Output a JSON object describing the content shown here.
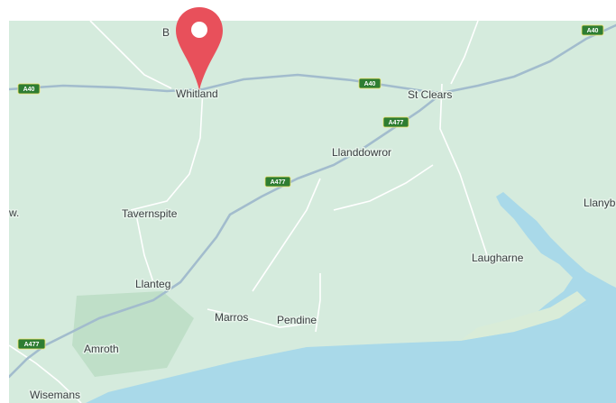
{
  "map": {
    "colors": {
      "land": "#cfe8d8",
      "water": "#a7d8e8",
      "forest": "#b9dcc4",
      "road_major": "#9fb8c8",
      "road_minor": "#ffffff",
      "shield": "#2e7d32",
      "pin": "#e8505b"
    },
    "places": [
      {
        "name": "Whitland"
      },
      {
        "name": "St Clears"
      },
      {
        "name": "Llanddowror"
      },
      {
        "name": "Tavernspite"
      },
      {
        "name": "Llanteg"
      },
      {
        "name": "Marros"
      },
      {
        "name": "Pendine"
      },
      {
        "name": "Laugharne"
      },
      {
        "name": "Amroth"
      },
      {
        "name": "Wisemans"
      },
      {
        "name": "Llanyb"
      },
      {
        "name": "w."
      },
      {
        "name": "B    th"
      }
    ],
    "road_shields": [
      {
        "label": "A40"
      },
      {
        "label": "A40"
      },
      {
        "label": "A40"
      },
      {
        "label": "A477"
      },
      {
        "label": "A477"
      },
      {
        "label": "A477"
      }
    ],
    "marker": {
      "icon": "map-pin-icon"
    }
  }
}
